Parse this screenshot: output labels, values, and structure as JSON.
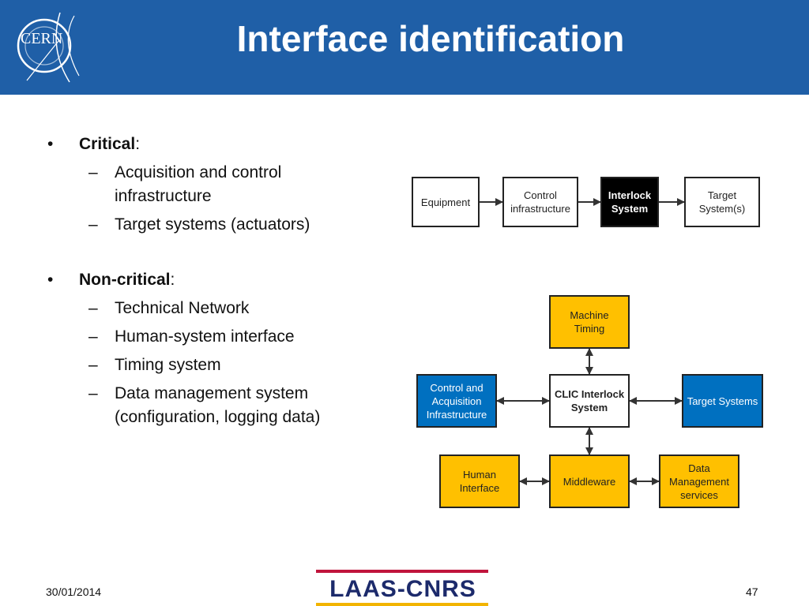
{
  "header": {
    "title": "Interface identification",
    "logo_text": "CERN",
    "background": "#1f5fa7"
  },
  "bullets": {
    "critical": {
      "label": "Critical",
      "suffix": ":",
      "items": [
        "Acquisition and control infrastructure",
        "Target systems (actuators)"
      ]
    },
    "noncritical": {
      "label": "Non-critical",
      "suffix": ":",
      "items": [
        "Technical Network",
        "Human-system interface",
        "Timing system",
        "Data management system (configuration, logging data)"
      ]
    }
  },
  "diagram1": {
    "equipment": "Equipment",
    "control": "Control infrastructure",
    "interlock": "Interlock System",
    "target": "Target System(s)"
  },
  "diagram2": {
    "timing": "Machine Timing",
    "cai": "Control and Acquisition Infrastructure",
    "clic": "CLIC Interlock System",
    "target": "Target Systems",
    "human": "Human Interface",
    "middleware": "Middleware",
    "data": "Data Management services",
    "colors": {
      "yellow": "#ffc000",
      "blue": "#0070c0"
    }
  },
  "footer": {
    "date": "30/01/2014",
    "page": "47",
    "logo_text": "LAAS-CNRS"
  }
}
